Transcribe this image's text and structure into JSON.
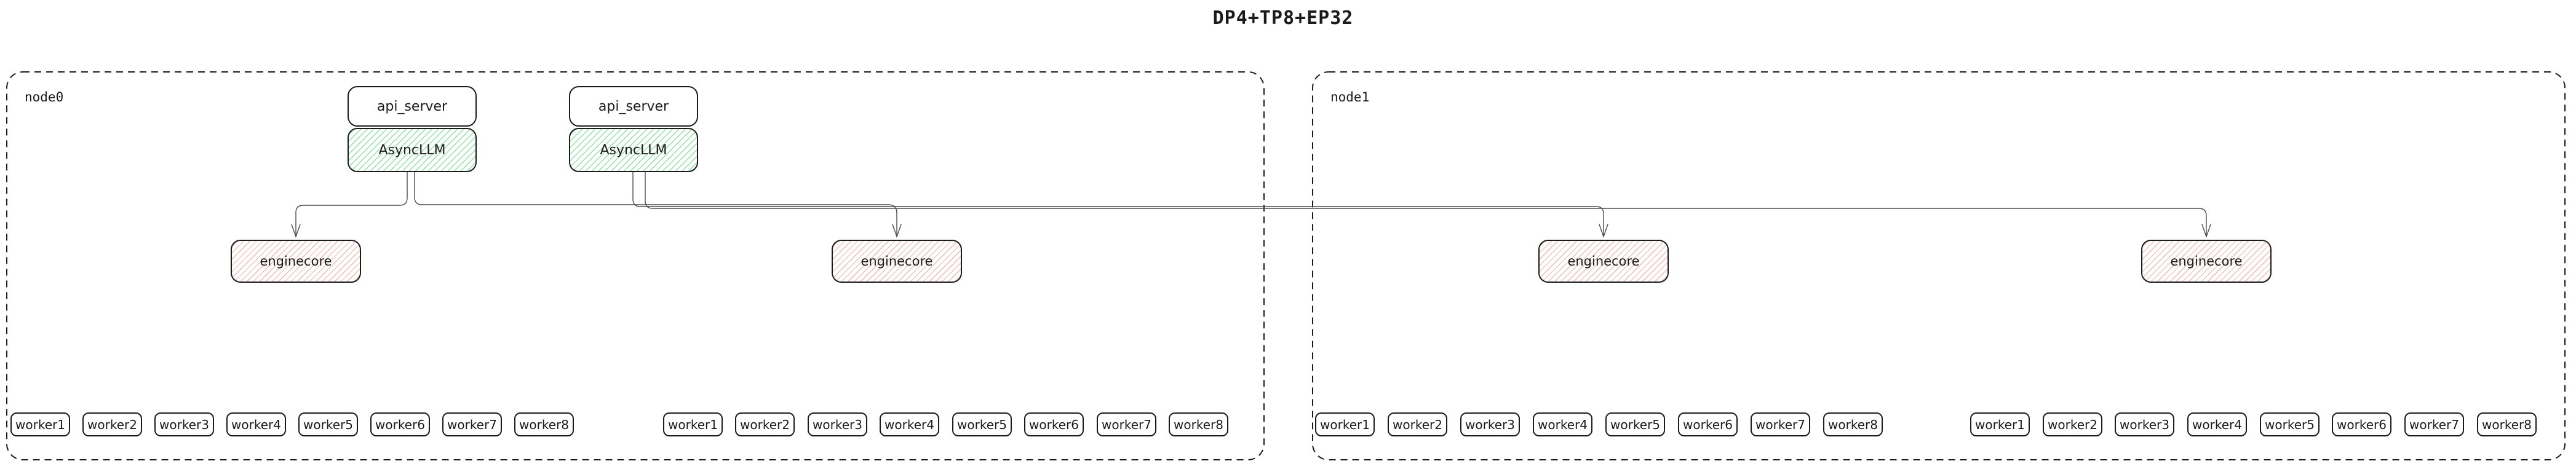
{
  "title": "DP4+TP8+EP32",
  "colors": {
    "background": "#ffffff",
    "box_border": "#1b1b1b",
    "green_hatch": "#8fe3a6",
    "red_hatch": "#f4b8b2",
    "connector": "#4d4d4d"
  },
  "nodes": [
    {
      "label": "node0",
      "stacks": [
        {
          "api_label": "api_server",
          "llm_label": "AsyncLLM"
        },
        {
          "api_label": "api_server",
          "llm_label": "AsyncLLM"
        }
      ],
      "enginecores": [
        "enginecore",
        "enginecore"
      ],
      "worker_groups": [
        [
          "worker1",
          "worker2",
          "worker3",
          "worker4",
          "worker5",
          "worker6",
          "worker7",
          "worker8"
        ],
        [
          "worker1",
          "worker2",
          "worker3",
          "worker4",
          "worker5",
          "worker6",
          "worker7",
          "worker8"
        ]
      ]
    },
    {
      "label": "node1",
      "stacks": [],
      "enginecores": [
        "enginecore",
        "enginecore"
      ],
      "worker_groups": [
        [
          "worker1",
          "worker2",
          "worker3",
          "worker4",
          "worker5",
          "worker6",
          "worker7",
          "worker8"
        ],
        [
          "worker1",
          "worker2",
          "worker3",
          "worker4",
          "worker5",
          "worker6",
          "worker7",
          "worker8"
        ]
      ]
    }
  ]
}
